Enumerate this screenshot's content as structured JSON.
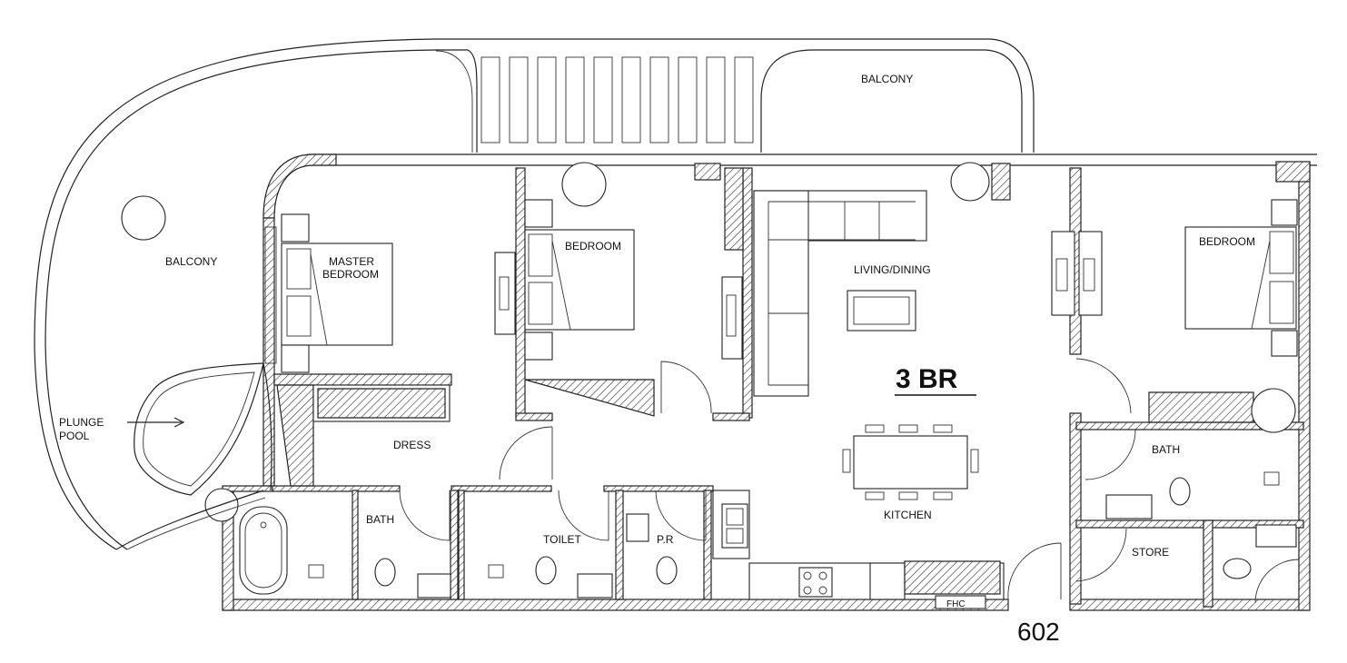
{
  "plan": {
    "title": "3 BR",
    "unit_number": "602",
    "rooms": {
      "balcony_left": "BALCONY",
      "balcony_top": "BALCONY",
      "master_bedroom": "MASTER\nBEDROOM",
      "bedroom_middle": "BEDROOM",
      "living_dining": "LIVING/DINING",
      "bedroom_right": "BEDROOM",
      "plunge_pool": "PLUNGE\nPOOL",
      "dress": "DRESS",
      "bath_left": "BATH",
      "toilet": "TOILET",
      "powder_room": "P.R",
      "kitchen": "KITCHEN",
      "bath_right": "BATH",
      "store": "STORE",
      "fire_hose": "FHC"
    }
  }
}
